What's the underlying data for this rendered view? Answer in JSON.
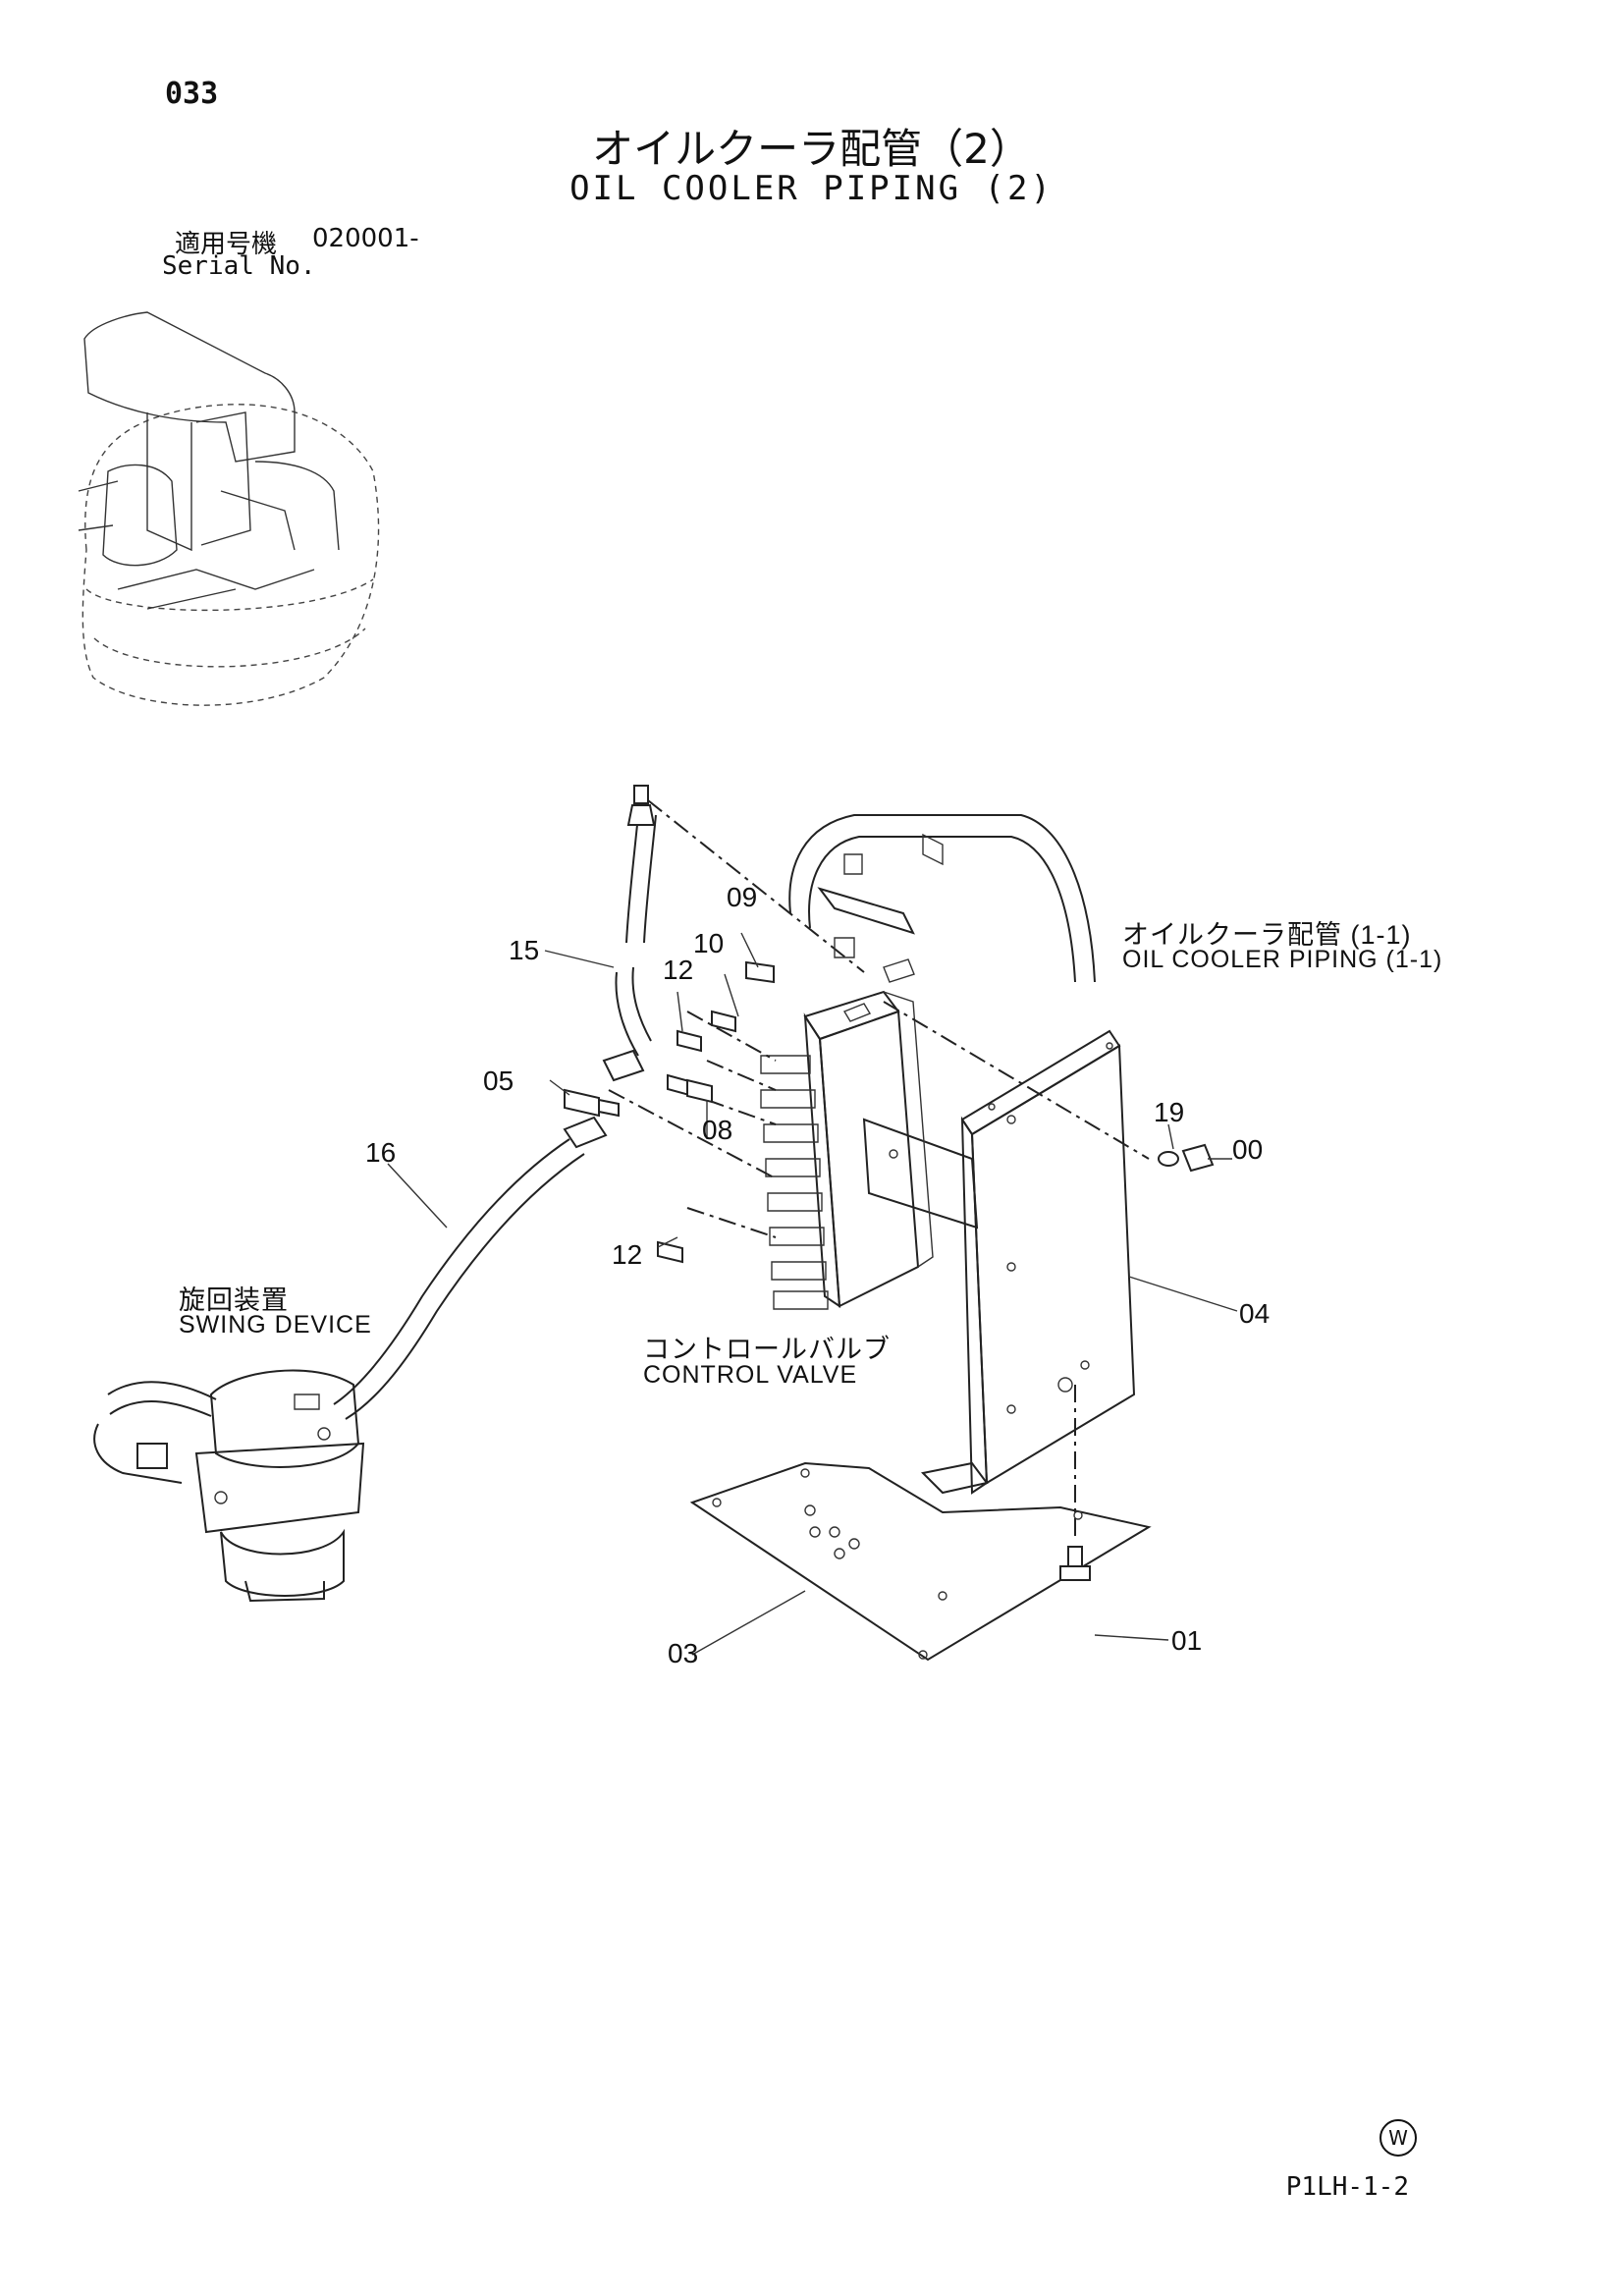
{
  "page": {
    "number": "033",
    "title_jp": "オイルクーラ配管（2）",
    "title_en": "OIL COOLER PIPING (2)",
    "serial_label_jp": "適用号機",
    "serial_value": "020001-",
    "serial_label_en": "Serial No.",
    "footer_code": "P1LH-1-2",
    "footer_mark": "W"
  },
  "callouts": {
    "c00": "00",
    "c01": "01",
    "c03": "03",
    "c04": "04",
    "c05": "05",
    "c08": "08",
    "c09": "09",
    "c10": "10",
    "c12a": "12",
    "c12b": "12",
    "c15": "15",
    "c16": "16",
    "c19": "19"
  },
  "references": {
    "oil_cooler_jp": "オイルクーラ配管 (1-1)",
    "oil_cooler_en": "OIL COOLER PIPING (1-1)",
    "swing_jp": "旋回装置",
    "swing_en": "SWING DEVICE",
    "valve_jp": "コントロールバルブ",
    "valve_en": "CONTROL VALVE"
  }
}
